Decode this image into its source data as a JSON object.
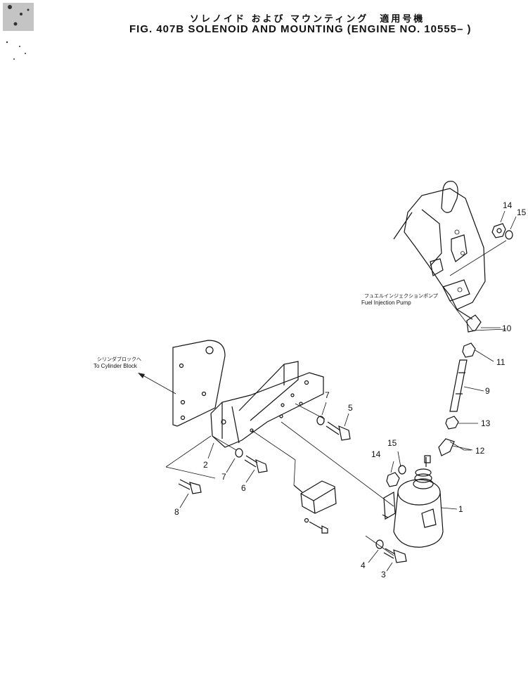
{
  "header": {
    "title_jp": "ソレノイド および マウンティング　適用号機",
    "title": "FIG. 407B  SOLENOID  AND  MOUNTING  (ENGINE  NO. 10555– )"
  },
  "notes": {
    "fuel_pump_jp": "フュエルインジェクションポンプ",
    "fuel_pump_en": "Fuel  Injection  Pump",
    "cylinder_block_jp": "シリンダブロックへ",
    "cylinder_block_en": "To  Cylinder  Block"
  },
  "callouts": [
    "14",
    "15",
    "10",
    "11",
    "9",
    "13",
    "12",
    "1",
    "15",
    "14",
    "7",
    "5",
    "2",
    "7",
    "6",
    "8",
    "4",
    "3"
  ]
}
